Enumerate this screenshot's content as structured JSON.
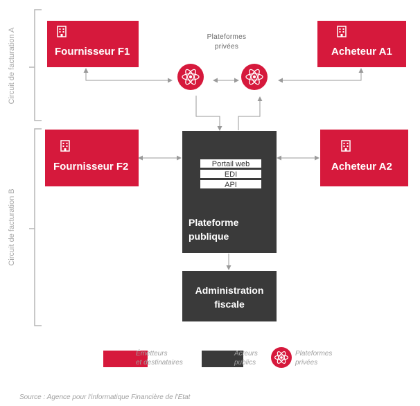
{
  "circuits": {
    "a": "Circuit de facturation A",
    "b": "Circuit de facturation B"
  },
  "private_platforms_label": [
    "Plateformes",
    "privées"
  ],
  "nodes": {
    "supplier_f1": "Fournisseur F1",
    "buyer_a1": "Acheteur A1",
    "supplier_f2": "Fournisseur F2",
    "buyer_a2": "Acheteur A2",
    "public_platform": [
      "Plateforme",
      "publique"
    ],
    "tax_admin": [
      "Administration",
      "fiscale"
    ]
  },
  "channels": [
    "Portail web",
    "EDI",
    "API"
  ],
  "legend": {
    "issuers": [
      "Émetteurs",
      "et destinataires"
    ],
    "public_actors": [
      "Acteurs",
      "publics"
    ],
    "private_platforms": [
      "Plateformes",
      "privées"
    ]
  },
  "source": "Source : Agence pour l'informatique Financière de l'Etat",
  "colors": {
    "red": "#d6193c",
    "dark": "#3a3a3a",
    "connector": "#9a9a9a",
    "bracket": "#b5b5b5"
  },
  "icons": {
    "building": "building-icon",
    "platform": "atom-icon"
  }
}
